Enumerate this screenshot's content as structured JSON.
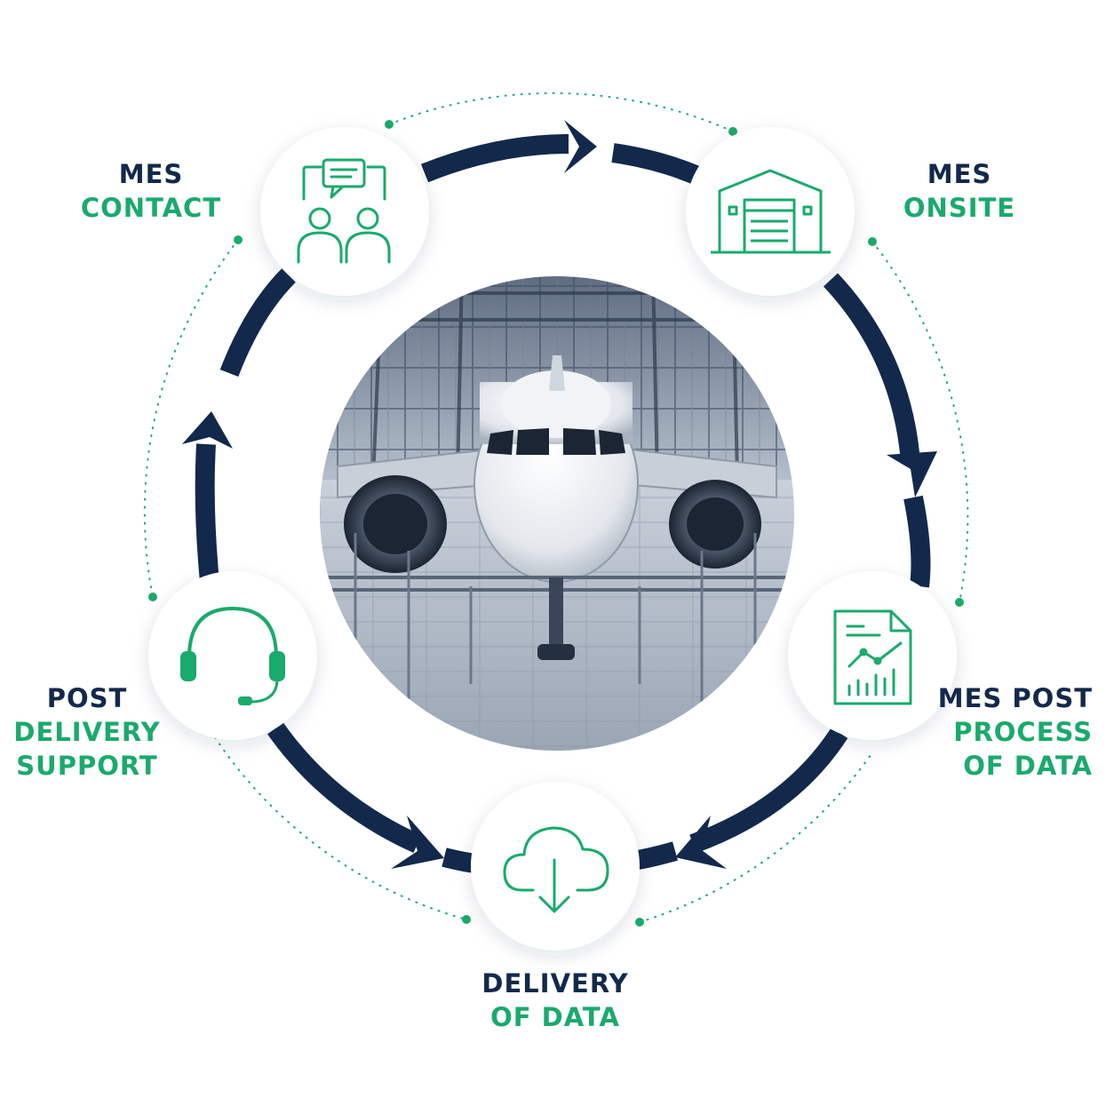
{
  "colors": {
    "navy": "#13294b",
    "green": "#1aaa6c",
    "node_fill": "#ffffff"
  },
  "center_image": {
    "subject": "aircraft in hangar",
    "tone": "monochrome blue-grey"
  },
  "steps": [
    {
      "id": "contact",
      "icon": "people-chat-icon",
      "line1": "MES",
      "line2": "CONTACT"
    },
    {
      "id": "onsite",
      "icon": "hangar-icon",
      "line1": "MES",
      "line2": "ONSITE"
    },
    {
      "id": "process",
      "icon": "report-chart-icon",
      "line1": "MES POST",
      "line2": "PROCESS",
      "line3": "OF DATA"
    },
    {
      "id": "delivery",
      "icon": "cloud-download-icon",
      "line1": "DELIVERY",
      "line2": "OF DATA"
    },
    {
      "id": "support",
      "icon": "headset-icon",
      "line1": "POST",
      "line2": "DELIVERY",
      "line3": "SUPPORT"
    }
  ]
}
